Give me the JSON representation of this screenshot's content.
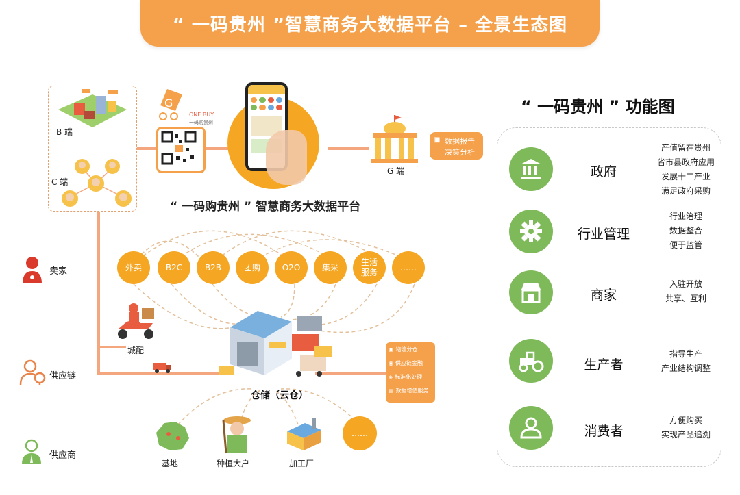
{
  "banner": {
    "title": "“ 一码贵州 ”智慧商务大数据平台 – 全景生态图"
  },
  "left": {
    "b_end": "B 端",
    "c_end": "C 端",
    "g_end": "G 端",
    "logo_text": "ONE BUY",
    "logo_sub": "一码购贵州",
    "platform_title": "“ 一码购贵州 ” 智慧商务大数据平台",
    "report_lines": [
      "数据报告",
      "决策分析"
    ],
    "services": [
      "外卖",
      "B2C",
      "B2B",
      "团购",
      "O2O",
      "集采",
      "生活\n服务",
      "……"
    ],
    "city_delivery": "城配",
    "warehouse": "仓储（云仓）",
    "card_items": [
      "物流分仓",
      "供应链金融",
      "标准化处理",
      "数据增值服务"
    ],
    "sources": [
      "基地",
      "种植大户",
      "加工厂",
      "……"
    ],
    "roles": [
      "卖家",
      "供应链",
      "供应商"
    ]
  },
  "right": {
    "title": "“ 一码贵州 ” 功能图",
    "functions": [
      {
        "name": "政府",
        "icon": "bank-icon",
        "desc": [
          "产值留在贵州",
          "省市县政府应用",
          "发展十二产业",
          "满足政府采购"
        ]
      },
      {
        "name": "行业管理",
        "icon": "gear-icon",
        "desc": [
          "行业治理",
          "数据整合",
          "便于监管"
        ]
      },
      {
        "name": "商家",
        "icon": "store-icon",
        "desc": [
          "入驻开放",
          "共享、互利"
        ]
      },
      {
        "name": "生产者",
        "icon": "tractor-icon",
        "desc": [
          "指导生产",
          "产业结构调整"
        ]
      },
      {
        "name": "消费者",
        "icon": "consumer-icon",
        "desc": [
          "方便购买",
          "实现产品追溯"
        ]
      }
    ]
  },
  "colors": {
    "orange": "#f5a04a",
    "green": "#7fba5a",
    "red": "#d93a2b"
  }
}
